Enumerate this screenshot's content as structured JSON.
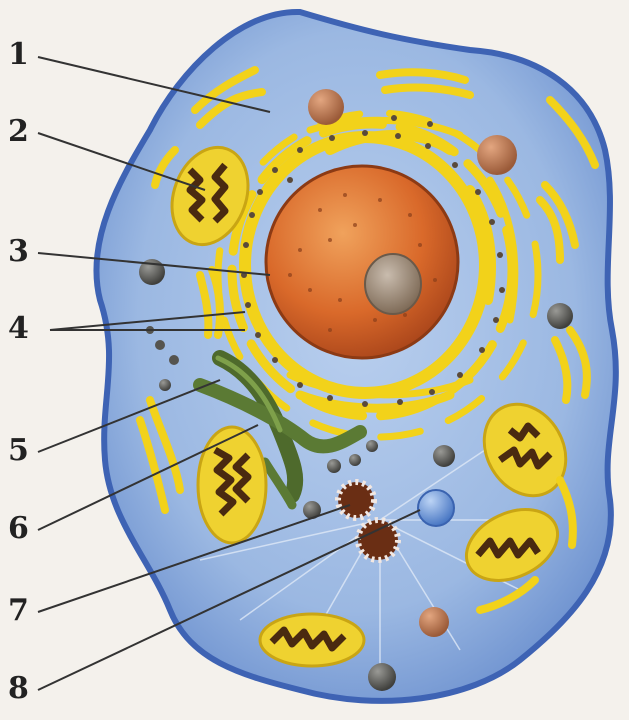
{
  "diagram": {
    "labels": [
      {
        "id": "1",
        "text": "1"
      },
      {
        "id": "2",
        "text": "2"
      },
      {
        "id": "3",
        "text": "3"
      },
      {
        "id": "4",
        "text": "4"
      },
      {
        "id": "5",
        "text": "5"
      },
      {
        "id": "6",
        "text": "6"
      },
      {
        "id": "7",
        "text": "7"
      },
      {
        "id": "8",
        "text": "8"
      }
    ]
  },
  "colors": {
    "background": "#f4f1ec",
    "cytoplasm": "#8fb0dc",
    "membrane": "#3e63b4",
    "nucleus": "#d9692a",
    "nucleolus": "#9a8876",
    "endoplasmic_reticulum": "#f2d21a",
    "mitochondria": "#efd230",
    "golgi": "#5b7a34",
    "vesicle": "#6b6a66",
    "label_line": "#333333"
  }
}
